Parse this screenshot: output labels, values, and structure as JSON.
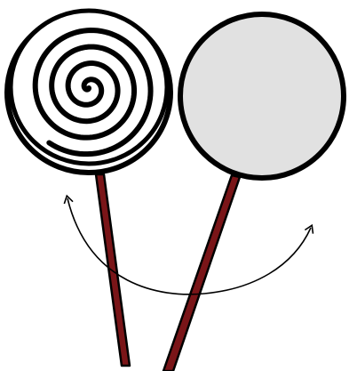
{
  "scene": {
    "background": "#ffffff",
    "outline_color": "#000000",
    "stick_fill": "#7a1518",
    "plain_lollipop_fill": "#e1e1e1",
    "swirl_lollipop_fill": "#ffffff"
  },
  "elements": {
    "swirl_lollipop": {
      "icon": "swirl-lollipop-icon",
      "pattern": "spiral"
    },
    "plain_lollipop": {
      "icon": "plain-lollipop-icon",
      "pattern": "solid"
    },
    "swap_arrow": {
      "icon": "curved-double-arrow-icon",
      "direction": "both"
    }
  }
}
